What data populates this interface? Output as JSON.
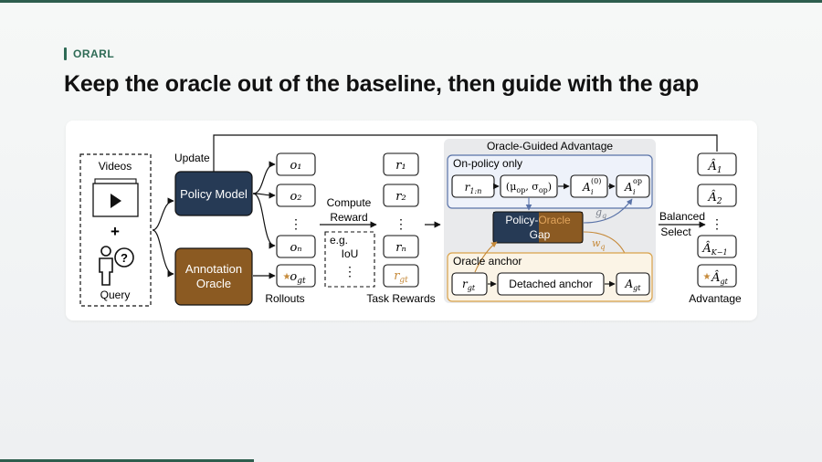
{
  "header": {
    "kicker": "ORARL",
    "title": "Keep the oracle out of the baseline, then guide with the gap"
  },
  "diagram": {
    "input": {
      "videos_label": "Videos",
      "plus": "+",
      "query_label": "Query"
    },
    "update_label": "Update",
    "policy_model": "Policy Model",
    "annotation_oracle": [
      "Annotation",
      "Oracle"
    ],
    "rollouts": {
      "items": [
        "o₁",
        "o₂",
        "⋮",
        "oₙ"
      ],
      "gt_star": "★",
      "gt": "o",
      "gt_sub": "gt",
      "label": "Rollouts"
    },
    "compute_reward": {
      "line1": "Compute",
      "line2": "Reward",
      "eg": "e.g.",
      "metric": "IoU",
      "dots": "⋮"
    },
    "rewards": {
      "items": [
        "r₁",
        "r₂",
        "⋮",
        "rₙ"
      ],
      "gt": "r",
      "gt_sub": "gt",
      "label": "Task Rewards"
    },
    "oga": {
      "title": "Oracle-Guided Advantage",
      "on_policy": {
        "title": "On-policy only",
        "r_box": "r",
        "r_sub": "1:n",
        "stats": "(μ",
        "stats_sub1": "op",
        "stats_mid": ", σ",
        "stats_sub2": "op",
        "stats_end": ")",
        "a0": "A",
        "a0_sub": "i",
        "a0_sup": "(0)",
        "aop": "A",
        "aop_sub": "i",
        "aop_sup": "op"
      },
      "gap": {
        "policy_word": "Policy-",
        "oracle_word": "Oracle",
        "gap_word": "Gap"
      },
      "g_label": "g",
      "g_sub": "q",
      "w_label": "w",
      "w_sub": "q",
      "oracle_anchor": {
        "title": "Oracle anchor",
        "r_gt": "r",
        "r_gt_sub": "gt",
        "detached": "Detached anchor",
        "a_gt": "A",
        "a_gt_sub": "gt"
      }
    },
    "balanced_select": {
      "line1": "Balanced",
      "line2": "Select"
    },
    "advantage": {
      "items": [
        {
          "base": "Â",
          "sub": "1"
        },
        {
          "base": "Â",
          "sub": "2"
        },
        {
          "base": "⋮",
          "sub": ""
        },
        {
          "base": "Â",
          "sub": "K−1"
        }
      ],
      "gt_star": "★",
      "gt": "Â",
      "gt_sub": "gt",
      "label": "Advantage"
    }
  },
  "colors": {
    "accent": "#2e5e4e",
    "policy_model": "#263a55",
    "oracle": "#8b5a22",
    "on_policy_border": "#5a73a8",
    "on_policy_fill": "#eef2fa",
    "anchor_border": "#d9a24a",
    "anchor_fill": "#fbf4e6",
    "oga_fill": "#e9eaec",
    "gt_highlight": "#c68a3a"
  }
}
